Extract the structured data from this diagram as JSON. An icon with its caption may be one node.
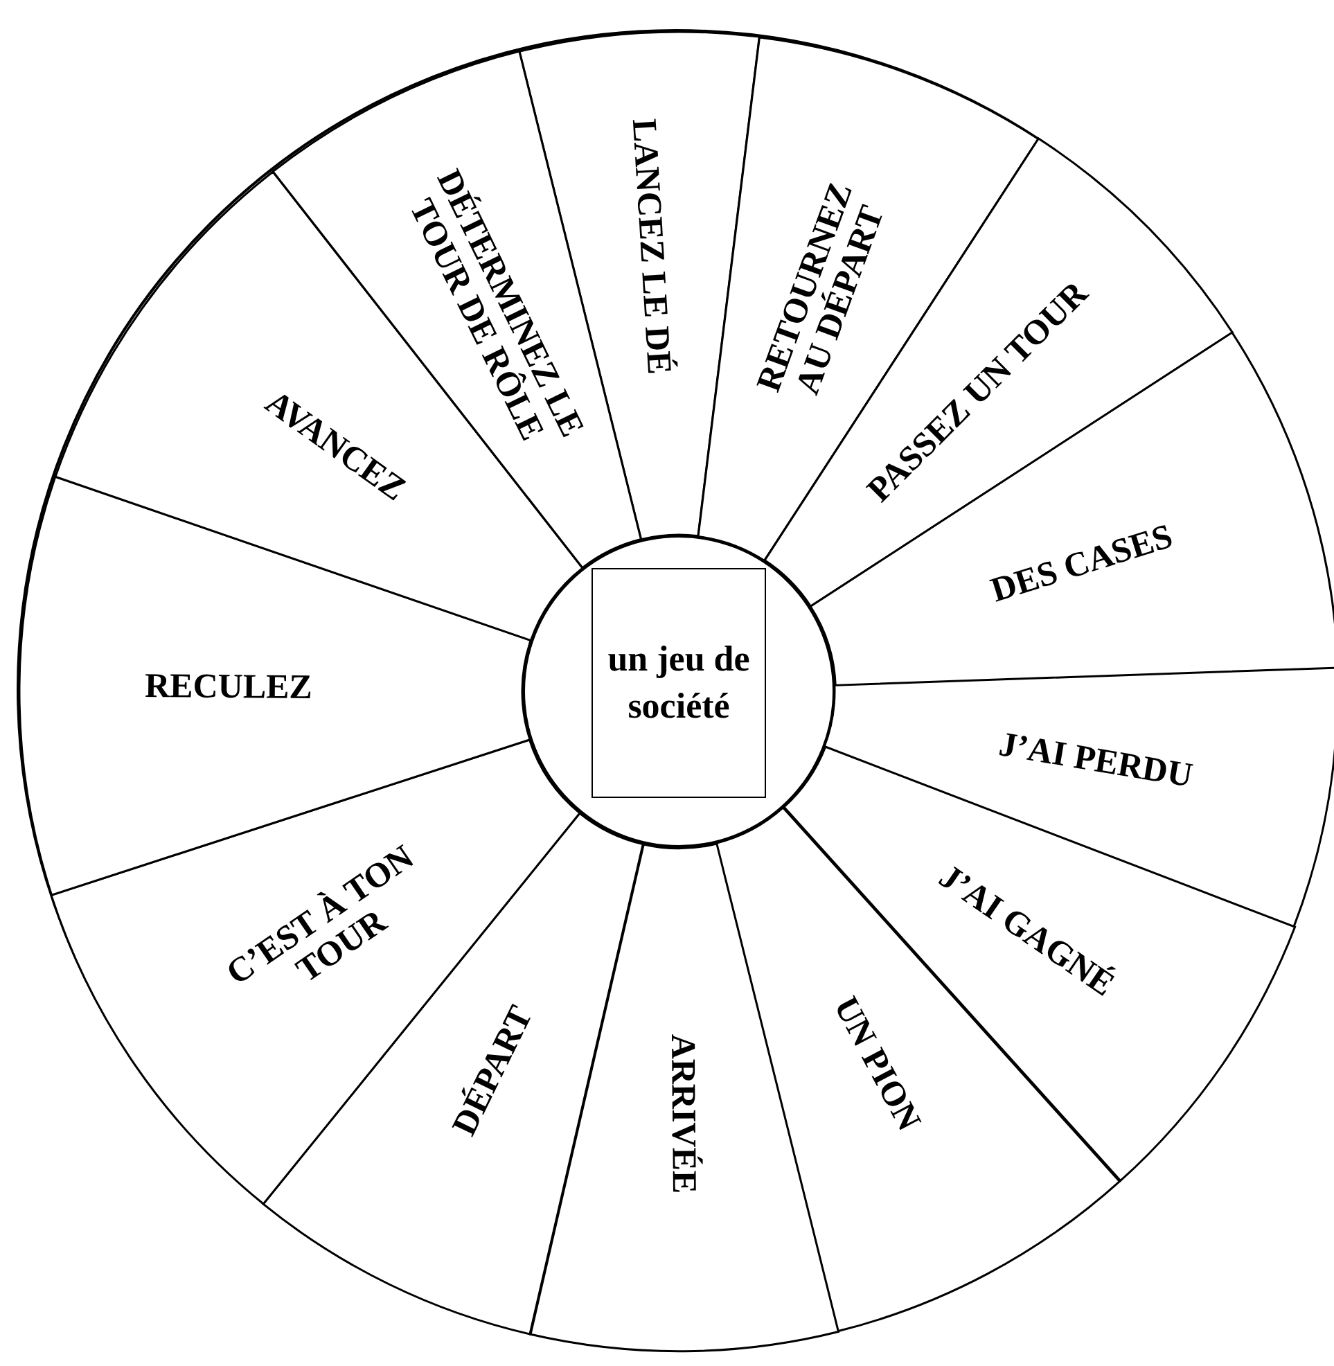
{
  "diagram": {
    "nodes": [
      {
        "text": [],
        "shape": "circle"
      },
      {
        "text": [],
        "shape": "circle",
        "in": 0
      },
      {
        "text": [
          "un jeu de société"
        ],
        "in": 1
      },
      {
        "text": [
          "LANCEZ LE DÉ"
        ],
        "in": 0
      },
      {
        "text": [
          "RETOURNEZ AU DÉPART"
        ],
        "in": 0
      },
      {
        "text": [
          "PASSEZ UN TOUR"
        ],
        "in": 0
      },
      {
        "text": [
          "DES CASES"
        ],
        "in": 0
      },
      {
        "text": [
          "J’AI PERDU"
        ],
        "in": 0
      },
      {
        "text": [
          "J’AI GAGNÉ"
        ],
        "in": 0
      },
      {
        "text": [
          "UN PION"
        ],
        "in": 0
      },
      {
        "text": [
          "ARRIVÉE"
        ],
        "in": 0
      },
      {
        "text": [
          "DÉPART"
        ],
        "in": 0
      },
      {
        "text": [
          "C’EST À TON TOUR"
        ],
        "in": 0
      },
      {
        "text": [
          "RECULEZ"
        ],
        "in": 0
      },
      {
        "text": [
          "AVANCEZ"
        ],
        "in": 0
      },
      {
        "text": [
          "DÉTERMINEZ LE TOUR DE RÔLE"
        ],
        "in": 0
      }
    ]
  }
}
